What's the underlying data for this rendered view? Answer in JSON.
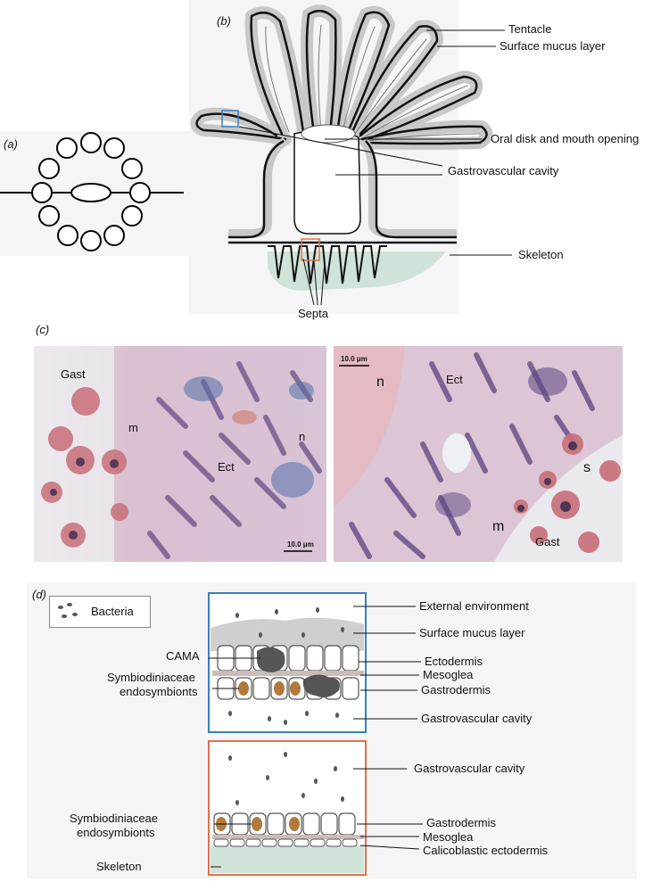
{
  "panels": {
    "a": {
      "letter": "(a)"
    },
    "b": {
      "letter": "(b)",
      "labels": {
        "tentacle": "Tentacle",
        "surface_mucus": "Surface mucus layer",
        "oral_disk": "Oral disk and mouth opening",
        "gastrovascular": "Gastrovascular cavity",
        "skeleton": "Skeleton",
        "septa": "Septa"
      }
    },
    "c": {
      "letter": "(c)",
      "left": {
        "labels": {
          "gast": "Gast",
          "m": "m",
          "n": "n",
          "ect": "Ect"
        },
        "scale": "10.0 μm"
      },
      "right": {
        "labels": {
          "n": "n",
          "ect": "Ect",
          "s": "s",
          "m": "m",
          "gast": "Gast"
        },
        "scale": "10.0 μm"
      }
    },
    "d": {
      "letter": "(d)",
      "legend": "Bacteria",
      "top": {
        "left_labels": {
          "cama": "CAMA",
          "symbio_line1": "Symbiodiniaceae",
          "symbio_line2": "endosymbionts"
        },
        "right_labels": {
          "external": "External environment",
          "surface_mucus": "Surface mucus layer",
          "ectodermis": "Ectodermis",
          "mesoglea": "Mesoglea",
          "gastrodermis": "Gastrodermis",
          "gastrovascular": "Gastrovascular cavity"
        }
      },
      "bottom": {
        "left_labels": {
          "symbio_line1": "Symbiodiniaceae",
          "symbio_line2": "endosymbionts",
          "skeleton": "Skeleton"
        },
        "right_labels": {
          "gastrovascular": "Gastrovascular cavity",
          "gastrodermis": "Gastrodermis",
          "mesoglea": "Mesoglea",
          "calicoblastic": "Calicoblastic ectodermis"
        }
      }
    }
  },
  "colors": {
    "panel_bg": "#f5f5f7",
    "mucus_gray": "#c8c8c8",
    "skeleton_green": "#cfe3d9",
    "blue_box": "#3a7fc1",
    "orange_box": "#e0714a",
    "symbiont_brown": "#b07a3c",
    "cama_dark": "#555555"
  }
}
